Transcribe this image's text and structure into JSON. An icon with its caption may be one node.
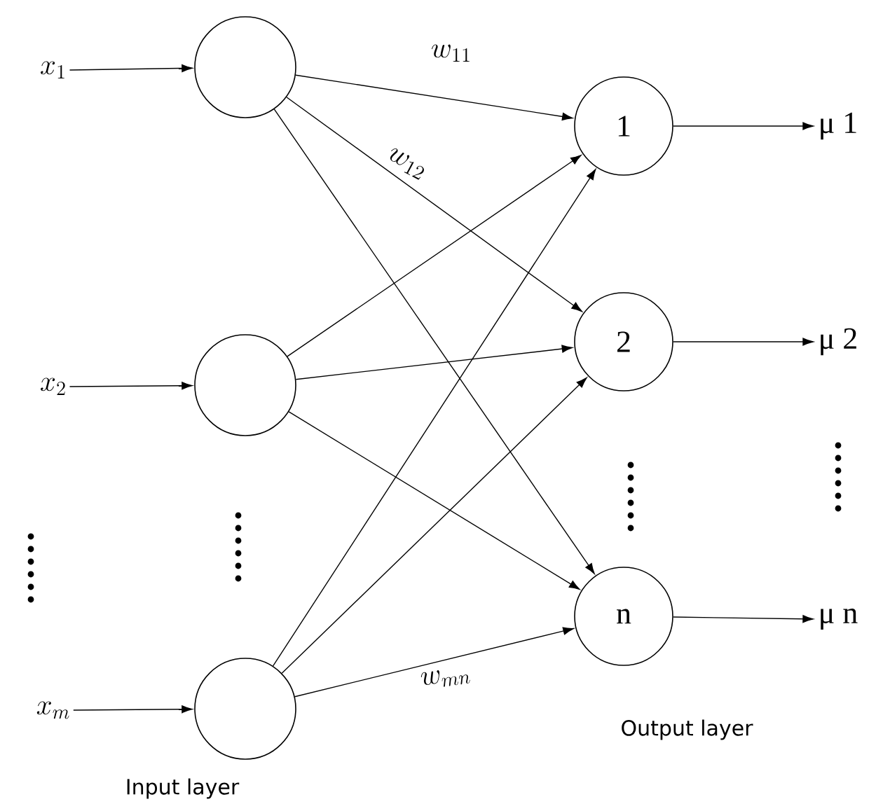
{
  "diagram": {
    "nodes": [
      {
        "text": [
          "x_1"
        ]
      },
      {
        "text": [
          "x_2"
        ]
      },
      {
        "text": [
          "x_m"
        ]
      },
      {
        "text": [],
        "shape": "circle"
      },
      {
        "text": [],
        "shape": "circle"
      },
      {
        "text": [],
        "shape": "circle"
      },
      {
        "text": [
          "1"
        ]
      },
      {
        "text": [
          "2"
        ]
      },
      {
        "text": [
          "n"
        ]
      },
      {
        "text": [
          "μ 1"
        ]
      },
      {
        "text": [
          "μ 2"
        ]
      },
      {
        "text": [
          "μ n"
        ]
      }
    ],
    "edges": [
      {
        "from": 0,
        "to": 3,
        "arrow": "to"
      },
      {
        "from": 1,
        "to": 4,
        "arrow": "to"
      },
      {
        "from": 2,
        "to": 5,
        "arrow": "to"
      },
      {
        "from": 3,
        "to": 6,
        "arrow": "to",
        "label": "w_{11}"
      },
      {
        "from": 3,
        "to": 7,
        "arrow": "to",
        "label": "w_{12}"
      },
      {
        "from": 3,
        "to": 8,
        "arrow": "to"
      },
      {
        "from": 4,
        "to": 6,
        "arrow": "to"
      },
      {
        "from": 4,
        "to": 7,
        "arrow": "to"
      },
      {
        "from": 4,
        "to": 8,
        "arrow": "to"
      },
      {
        "from": 5,
        "to": 6,
        "arrow": "to"
      },
      {
        "from": 5,
        "to": 7,
        "arrow": "to"
      },
      {
        "from": 5,
        "to": 8,
        "arrow": "to",
        "label": "w_{mn}"
      },
      {
        "from": 6,
        "to": 9,
        "arrow": "to"
      },
      {
        "from": 7,
        "to": 10,
        "arrow": "to"
      },
      {
        "from": 8,
        "to": 11,
        "arrow": "to"
      }
    ],
    "labels": [
      "Output layer",
      "Input layer"
    ]
  }
}
